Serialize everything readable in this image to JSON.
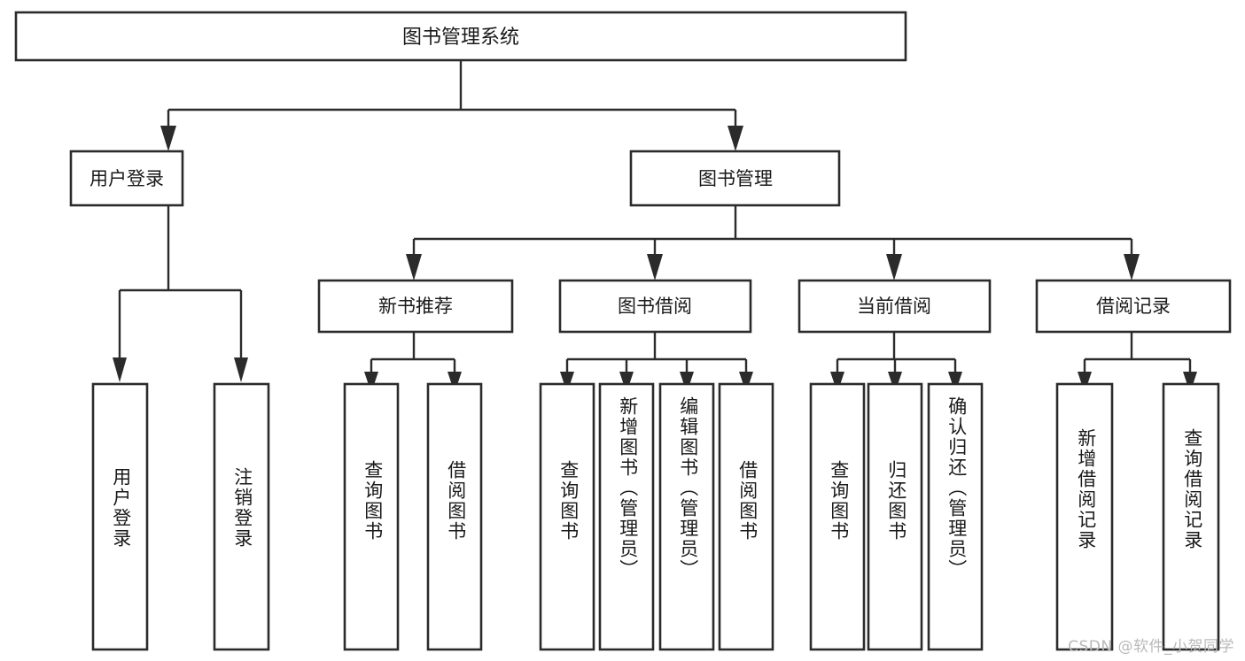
{
  "diagram": {
    "title": "图书管理系统",
    "type": "hierarchy-tree",
    "orientation": "top-down",
    "background_color": "#ffffff",
    "line_color": "#2b2b2b",
    "box_fill": "#ffffff",
    "text_color": "#1a1a1a"
  },
  "watermark": {
    "text": "CSDN @软件_小贺同学",
    "color": "#b9b9b9"
  },
  "nodes": {
    "root": {
      "label": "图书管理系统",
      "level": 0,
      "text_orientation": "horizontal"
    },
    "level2": [
      {
        "id": "user-login",
        "label": "用户登录",
        "text_orientation": "horizontal"
      },
      {
        "id": "book-manage",
        "label": "图书管理",
        "text_orientation": "horizontal"
      }
    ],
    "level3": [
      {
        "id": "new-book-recommend",
        "label": "新书推荐",
        "parent": "book-manage",
        "text_orientation": "horizontal"
      },
      {
        "id": "book-borrow",
        "label": "图书借阅",
        "parent": "book-manage",
        "text_orientation": "horizontal"
      },
      {
        "id": "current-borrow",
        "label": "当前借阅",
        "parent": "book-manage",
        "text_orientation": "horizontal"
      },
      {
        "id": "borrow-record",
        "label": "借阅记录",
        "parent": "book-manage",
        "text_orientation": "horizontal"
      }
    ],
    "leaves": [
      {
        "id": "leaf-user-login",
        "label": "用户登录",
        "parent": "user-login",
        "text_orientation": "vertical"
      },
      {
        "id": "leaf-user-logout",
        "label": "注销登录",
        "parent": "user-login",
        "text_orientation": "vertical"
      },
      {
        "id": "leaf-query-book-1",
        "label": "查询图书",
        "parent": "new-book-recommend",
        "text_orientation": "vertical"
      },
      {
        "id": "leaf-borrow-book-1",
        "label": "借阅图书",
        "parent": "new-book-recommend",
        "text_orientation": "vertical"
      },
      {
        "id": "leaf-query-book-2",
        "label": "查询图书",
        "parent": "book-borrow",
        "text_orientation": "vertical"
      },
      {
        "id": "leaf-add-book",
        "label": "新增图书（管理员）",
        "parent": "book-borrow",
        "text_orientation": "vertical"
      },
      {
        "id": "leaf-edit-book",
        "label": "编辑图书（管理员）",
        "parent": "book-borrow",
        "text_orientation": "vertical"
      },
      {
        "id": "leaf-borrow-book-2",
        "label": "借阅图书",
        "parent": "book-borrow",
        "text_orientation": "vertical"
      },
      {
        "id": "leaf-query-book-3",
        "label": "查询图书",
        "parent": "current-borrow",
        "text_orientation": "vertical"
      },
      {
        "id": "leaf-return-book",
        "label": "归还图书",
        "parent": "current-borrow",
        "text_orientation": "vertical"
      },
      {
        "id": "leaf-confirm-return",
        "label": "确认归还（管理员）",
        "parent": "current-borrow",
        "text_orientation": "vertical"
      },
      {
        "id": "leaf-add-record",
        "label": "新增借阅记录",
        "parent": "borrow-record",
        "text_orientation": "vertical"
      },
      {
        "id": "leaf-query-record",
        "label": "查询借阅记录",
        "parent": "borrow-record",
        "text_orientation": "vertical"
      }
    ]
  }
}
